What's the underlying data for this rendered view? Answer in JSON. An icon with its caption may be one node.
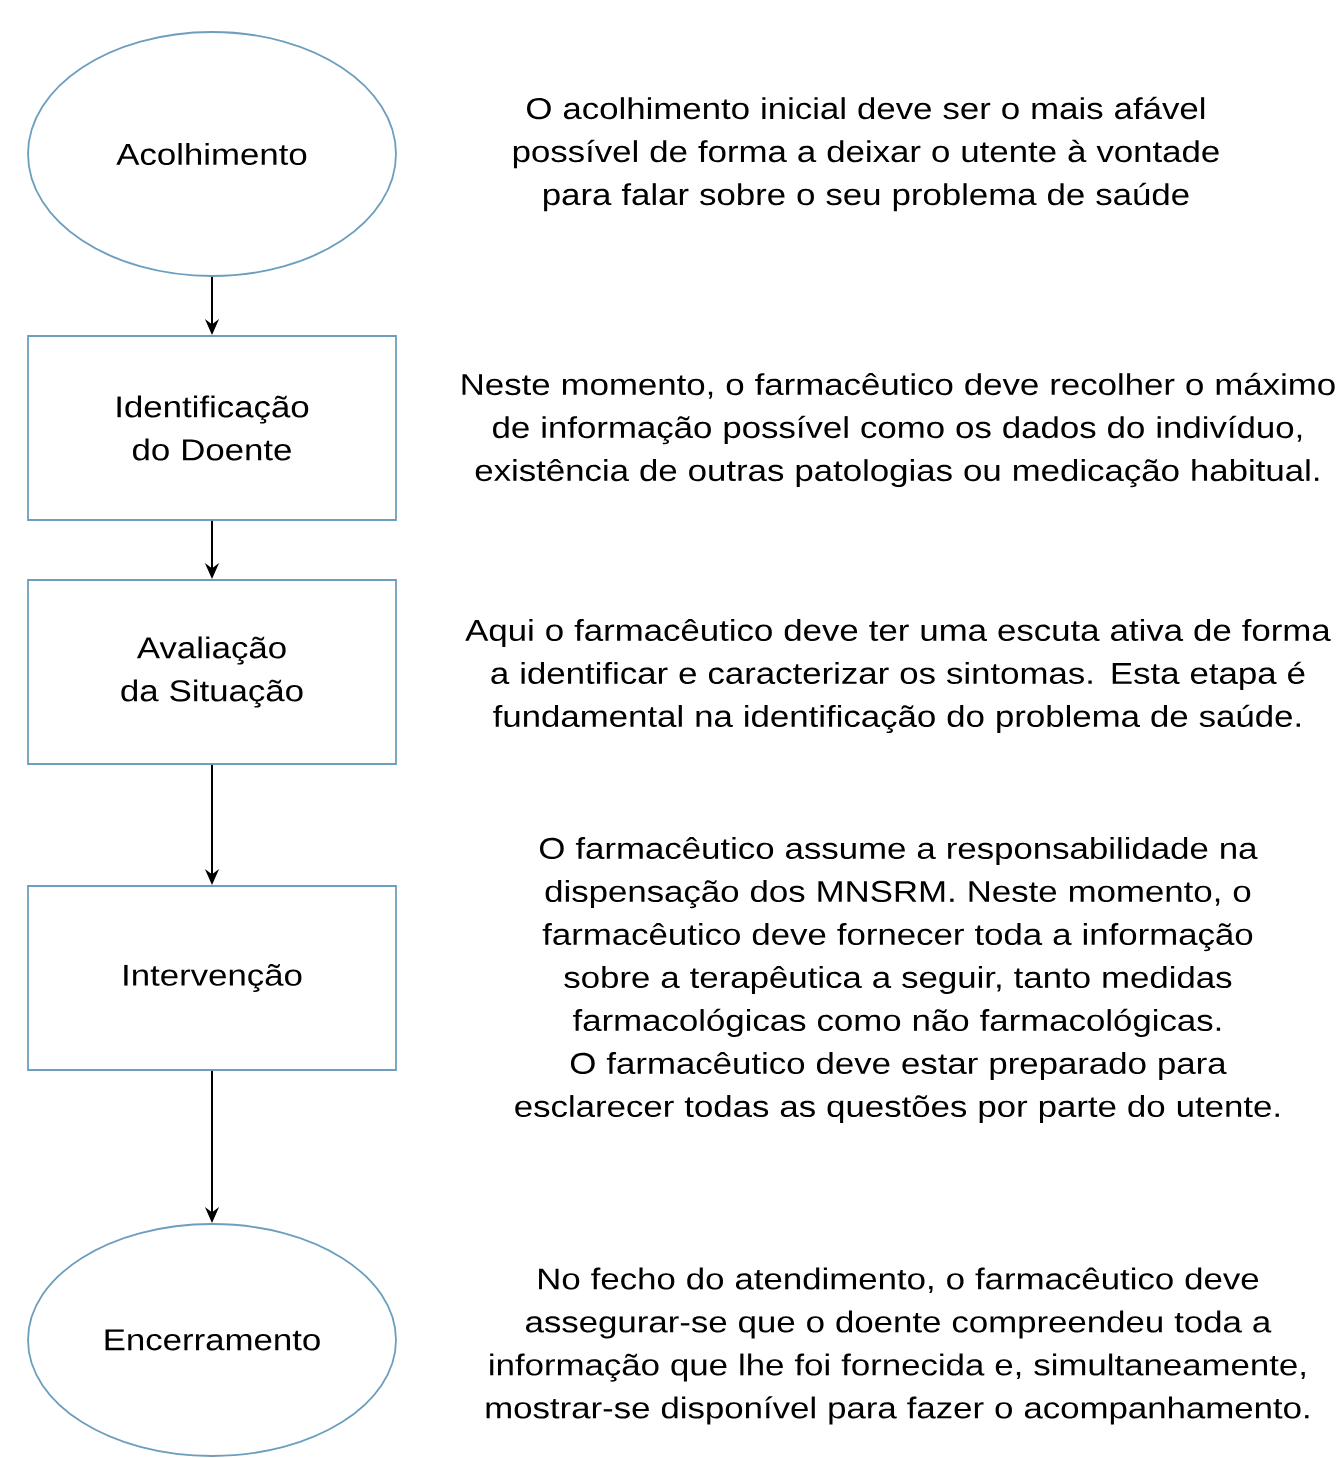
{
  "diagram": {
    "nodes": [
      {
        "text": [
          "Acolhimento"
        ],
        "beside": [
          "O acolhimento inicial deve ser o mais afável possível de forma a deixar o utente à vontade para falar sobre o seu problema de saúde"
        ]
      },
      {
        "text": [
          "Identificação do Doente"
        ],
        "beside": [
          "Neste momento, o farmacêutico deve recolher o máximo de informação possível como os dados do indivíduo, existência de outras patologias ou medicação habitual."
        ]
      },
      {
        "text": [
          "Avaliação da Situação"
        ],
        "beside": [
          "Aqui o farmacêutico deve ter uma escuta ativa de forma a identificar e caracterizar os sintomas. Esta etapa é fundamental na identificação do problema de saúde."
        ]
      },
      {
        "text": [
          "Intervenção"
        ],
        "beside": [
          "O farmacêutico assume a responsabilidade na dispensação dos MNSRM. Neste momento, o farmacêutico deve fornecer toda a informação sobre a terapêutica a seguir, tanto medidas farmacológicas como não farmacológicas. O farmacêutico deve estar preparado para esclarecer todas as questões por parte do utente."
        ]
      },
      {
        "text": [
          "Encerramento"
        ],
        "beside": [
          "No fecho do atendimento, o farmacêutico deve assegurar-se que o doente compreendeu toda a informação que lhe foi fornecida e, simultaneamente, mostrar-se disponível para fazer o acompanhamento."
        ]
      }
    ],
    "edges": [
      {
        "from": 0,
        "to": 1,
        "arrow": "to"
      },
      {
        "from": 1,
        "to": 2,
        "arrow": "to"
      },
      {
        "from": 2,
        "to": 3,
        "arrow": "to"
      },
      {
        "from": 3,
        "to": 4,
        "arrow": "to"
      }
    ]
  }
}
